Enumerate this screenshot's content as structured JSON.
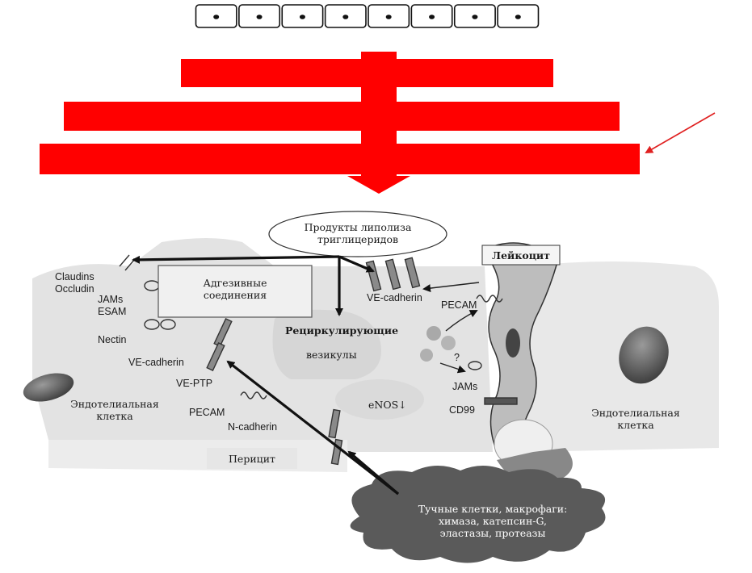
{
  "cells_count": 8,
  "colors": {
    "arrow_red": "#ff0000",
    "cell_fill": "#e6e6e6",
    "dark": "#1a1a1a",
    "mast_cloud": "#5a5a5a"
  },
  "labels": {
    "lipolysis": [
      "Продукты липолиза",
      "триглицеридов"
    ],
    "adhesion": [
      "Адгезивные",
      "соединения"
    ],
    "leukocyte": "Лейкоцит",
    "claudins": "Claudins",
    "occludin": "Occludin",
    "jams_left": "JAMs",
    "esam": "ESAM",
    "nectin": "Nectin",
    "ve_cadherin_top": "VE-cadherin",
    "pecam_top": "PECAM",
    "recycling": "Рециркулирующие",
    "vesicles": "везикулы",
    "question": "?",
    "jams_right": "JAMs",
    "ve_cadherin_left": "VE-cadherin",
    "ve_ptp": "VE-PTP",
    "endo_left": [
      "Эндотелиальная",
      "клетка"
    ],
    "pecam_left": "PECAM",
    "n_cadherin": "N-cadherin",
    "enos": "eNOS↓",
    "cd99": "CD99",
    "endo_right": [
      "Эндотелиальная",
      "клетка"
    ],
    "pericyte": "Перицит",
    "mast": [
      "Тучные клетки, макрофаги:",
      "химаза, катепсин-G,",
      "эластазы, протеазы"
    ]
  }
}
